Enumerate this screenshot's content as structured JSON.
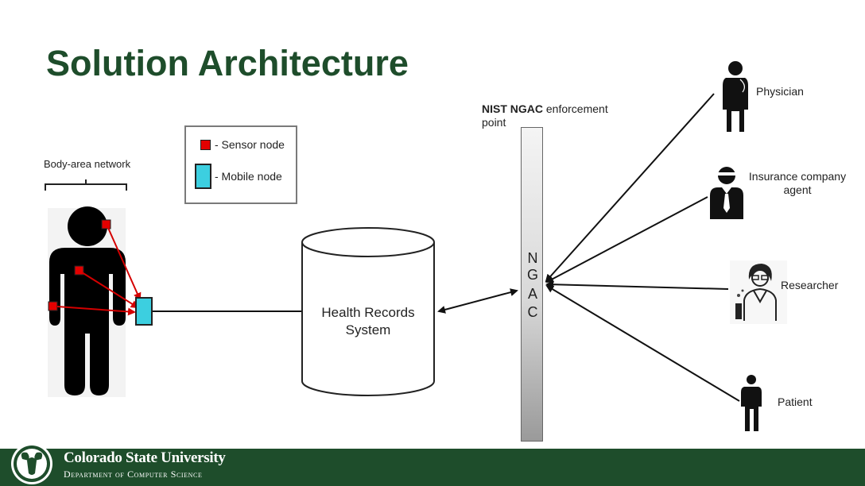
{
  "slide": {
    "title": "Solution Architecture"
  },
  "legend": {
    "sensor_label": "- Sensor node",
    "mobile_label": "- Mobile node"
  },
  "body_area": {
    "label": "Body-area network"
  },
  "enforcement": {
    "label_bold": "NIST NGAC",
    "label_rest": " enforcement",
    "label_line2": "point",
    "letters": [
      "N",
      "G",
      "A",
      "C"
    ]
  },
  "database": {
    "line1": "Health Records",
    "line2": "System"
  },
  "actors": {
    "physician": "Physician",
    "insurance_line1": "Insurance company",
    "insurance_line2": "agent",
    "researcher": "Researcher",
    "patient": "Patient"
  },
  "footer": {
    "university": "Colorado State University",
    "department": "Department of Computer Science"
  },
  "colors": {
    "brand_green": "#1e4d2b",
    "sensor_red": "#e30000",
    "mobile_cyan": "#3ccfe0"
  }
}
